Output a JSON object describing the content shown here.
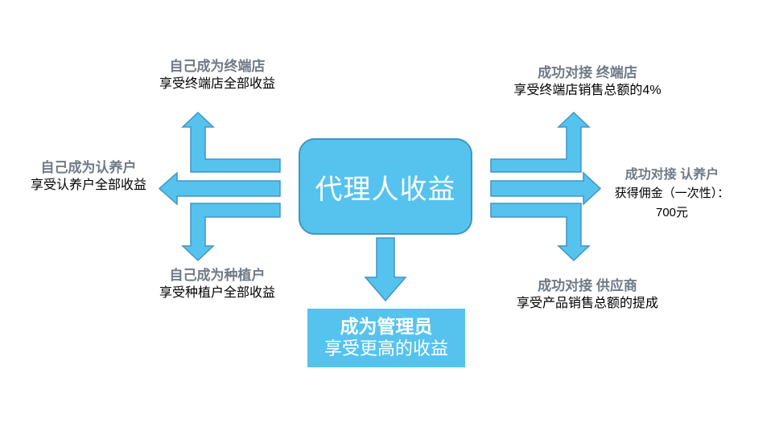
{
  "colors": {
    "accent": "#56c3ee",
    "accent_border": "#3f96c4",
    "heading_gray": "#6f7a86",
    "text": "#000000"
  },
  "center": {
    "label": "代理人收益"
  },
  "manager": {
    "line1": "成为管理员",
    "line2": "享受更高的收益"
  },
  "left": {
    "terminal": {
      "heading": "自己成为终端店",
      "desc": "享受终端店全部收益"
    },
    "adopter": {
      "heading": "自己成为认养户",
      "desc": "享受认养户全部收益"
    },
    "grower": {
      "heading": "自己成为种植户",
      "desc": "享受种植户全部收益"
    }
  },
  "right": {
    "terminal": {
      "heading": "成功对接 终端店",
      "desc": "享受终端店销售总额的4%"
    },
    "adopter": {
      "heading": "成功对接 认养户",
      "desc": "获得佣金（一次性）：",
      "amount": "700元"
    },
    "supplier": {
      "heading": "成功对接 供应商",
      "desc": "享受产品销售总额的提成"
    }
  }
}
